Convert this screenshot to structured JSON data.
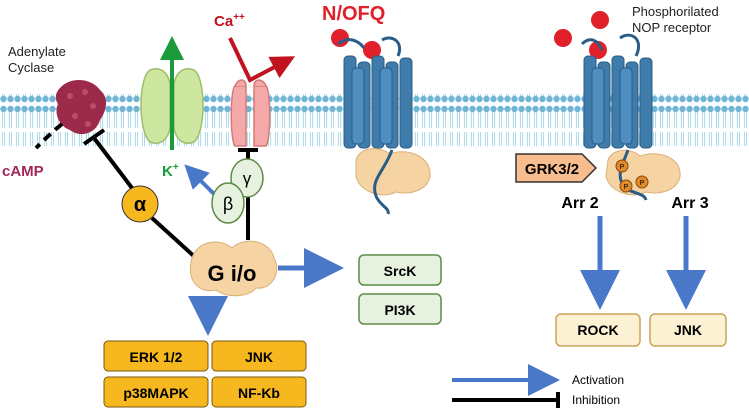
{
  "colors": {
    "membrane": "#a9d8ea",
    "membrane_head": "#6fb6d6",
    "receptor": "#3f7cab",
    "receptor_dark": "#2a5c86",
    "ligand": "#e0202a",
    "activation": "#4a78c8",
    "inhibition": "#000000",
    "kinase_orange": "#f6b81e",
    "kinase_green_fill": "#e7f1df",
    "kinase_green_stroke": "#5e8b48",
    "rock_fill": "#fdf1d3",
    "grk_fill": "#f7bd8e",
    "k_channel": "#cde6a0",
    "ca_channel": "#f5a8a8",
    "ac_enzyme": "#9c2a4a",
    "camp_text": "#a0295a",
    "k_arrow": "#1a9a3a",
    "ca_arrow": "#c1121f",
    "protein_tan": "#f6d3a2"
  },
  "labels": {
    "adenylate_cyclase_line1": "Adenylate",
    "adenylate_cyclase_line2": "Cyclase",
    "camp": "cAMP",
    "ca": "Ca",
    "ca_sup": "++",
    "k": "K",
    "k_sup": "+",
    "ligand_name": "N/OFQ",
    "phospho_line1": "Phosphorilated",
    "phospho_line2": "NOP receptor",
    "alpha": "α",
    "beta": "β",
    "gamma": "γ",
    "gio": "G i/o",
    "grk": "GRK3/2",
    "phos_p": "P",
    "arr2": "Arr 2",
    "arr3": "Arr 3"
  },
  "targets": {
    "srck": "SrcK",
    "pi3k": "PI3K",
    "erk": "ERK 1/2",
    "jnk_main": "JNK",
    "p38": "p38MAPK",
    "nfkb": "NF-Kb",
    "rock": "ROCK",
    "jnk_arr": "JNK"
  },
  "legend": {
    "activation": "Activation",
    "inhibition": "Inhibition"
  }
}
